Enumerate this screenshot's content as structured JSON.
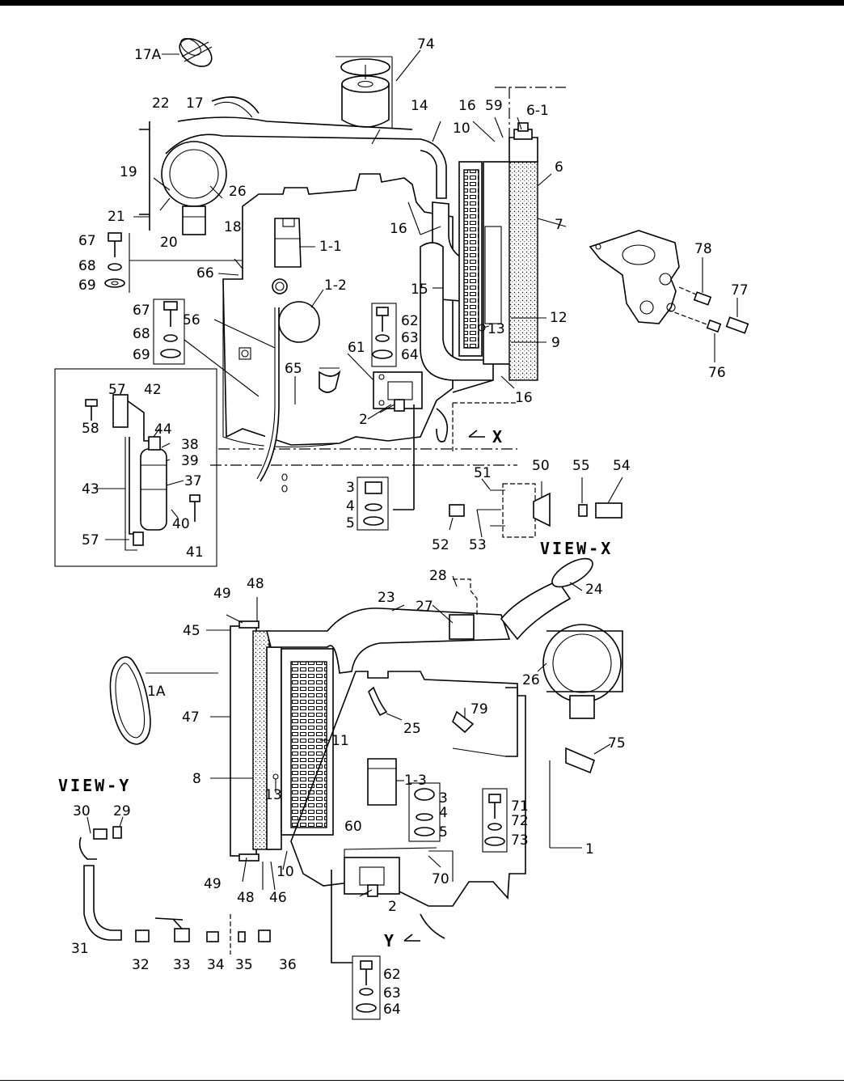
{
  "labels": {
    "p17A": "17A",
    "p74": "74",
    "p22": "22",
    "p17": "17",
    "p14": "14",
    "p16a": "16",
    "p59": "59",
    "p6_1": "6-1",
    "p10a": "10",
    "p6": "6",
    "p19": "19",
    "p26a": "26",
    "p21": "21",
    "p20": "20",
    "p18": "18",
    "p16b": "16",
    "p7": "7",
    "p67a": "67",
    "p1_1": "1-1",
    "p68a": "68",
    "p69a": "69",
    "p66": "66",
    "p1_2": "1-2",
    "p15": "15",
    "p78": "78",
    "p77": "77",
    "p67b": "67",
    "p56": "56",
    "p62a": "62",
    "p12": "12",
    "p68b": "68",
    "p63a": "63",
    "p13a": "13",
    "p69b": "69",
    "p64a": "64",
    "p9": "9",
    "p61": "61",
    "p65": "65",
    "p76": "76",
    "p16c": "16",
    "p57a": "57",
    "p42": "42",
    "p44": "44",
    "p38": "38",
    "p39": "39",
    "p2a": "2",
    "p58": "58",
    "p37": "37",
    "p43": "43",
    "p40": "40",
    "p41": "41",
    "p57b": "57",
    "p3a": "3",
    "p4a": "4",
    "p5a": "5",
    "p51": "51",
    "p50": "50",
    "p55": "55",
    "p54": "54",
    "p52": "52",
    "p53": "53",
    "p28": "28",
    "p49a": "49",
    "p48a": "48",
    "p23": "23",
    "p27": "27",
    "p24": "24",
    "p45": "45",
    "p26b": "26",
    "p1A": "1A",
    "p47": "47",
    "p25": "25",
    "p79": "79",
    "p11": "11",
    "p75": "75",
    "p8": "8",
    "p1_3": "1-3",
    "p30": "30",
    "p29": "29",
    "p13b": "13",
    "p3b": "3",
    "p71": "71",
    "p4b": "4",
    "p72": "72",
    "p5b": "5",
    "p60": "60",
    "p73": "73",
    "p1": "1",
    "p10b": "10",
    "p70": "70",
    "p49b": "49",
    "p48b": "48",
    "p46": "46",
    "p2b": "2",
    "p31": "31",
    "p32": "32",
    "p33": "33",
    "p34": "34",
    "p35": "35",
    "p36": "36",
    "p62b": "62",
    "p63b": "63",
    "p64b": "64"
  },
  "views": {
    "view_x": "VIEW-X",
    "view_y": "VIEW-Y",
    "arrow_x": "X",
    "arrow_y": "Y"
  }
}
